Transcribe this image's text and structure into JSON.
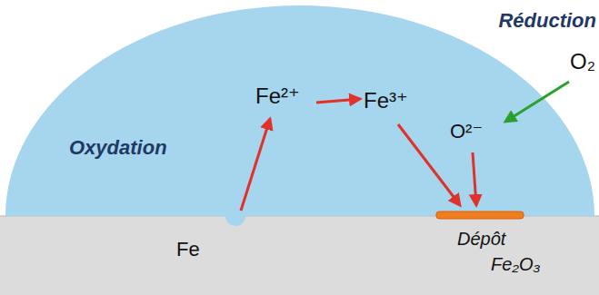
{
  "diagram": {
    "labels": [
      "Réduction",
      "O₂",
      "Fe²⁺",
      "Fe³⁺",
      "O²⁻",
      "Oxydation",
      "Fe",
      "Dépôt",
      "Fe₂O₃"
    ]
  }
}
